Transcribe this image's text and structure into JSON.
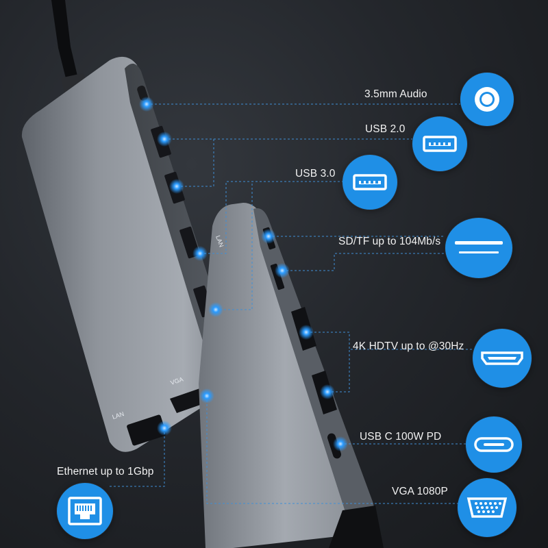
{
  "features": [
    {
      "id": "audio",
      "label": "3.5mm Audio",
      "icon": "audio-jack-icon"
    },
    {
      "id": "usb2",
      "label": "USB 2.0",
      "icon": "usb-a-port-icon"
    },
    {
      "id": "usb3",
      "label": "USB 3.0",
      "icon": "usb-a-port-icon"
    },
    {
      "id": "sd",
      "label": "SD/TF up to 104Mb/s",
      "icon": "card-slot-icon"
    },
    {
      "id": "hdmi",
      "label": "4K HDTV up to @30Hz",
      "icon": "hdmi-port-icon"
    },
    {
      "id": "usbc",
      "label": "USB C 100W PD",
      "icon": "usb-c-port-icon"
    },
    {
      "id": "vga",
      "label": "VGA 1080P",
      "icon": "vga-port-icon"
    },
    {
      "id": "ethernet",
      "label": "Ethernet up to 1Gbp",
      "icon": "ethernet-port-icon"
    }
  ],
  "device_markings": {
    "vga": "VGA",
    "lan": "LAN",
    "lan_top": "LAN"
  },
  "colors": {
    "accent": "#1f8fe6",
    "glow": "#2a9bff",
    "background": "#1d2024",
    "body": "#8c9198"
  }
}
